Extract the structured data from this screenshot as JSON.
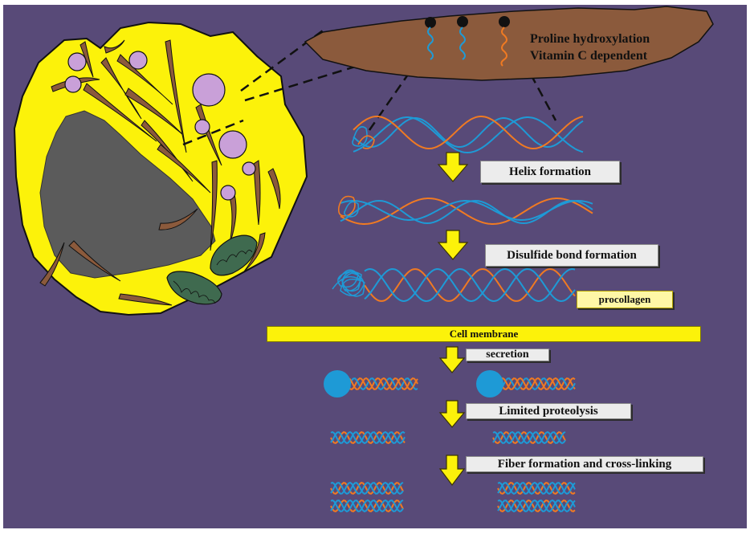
{
  "labels": {
    "proline_line1": "Proline hydroxylation",
    "proline_line2": "Vitamin C dependent",
    "helix": "Helix formation",
    "disulfide": "Disulfide bond formation",
    "procollagen": "procollagen",
    "membrane": "Cell   membrane",
    "secretion": "secretion",
    "proteolysis": "Limited proteolysis",
    "fiber": "Fiber formation and cross-linking"
  },
  "colors": {
    "background": "#584a78",
    "cytoplasm": "#fcf20a",
    "nucleus": "#5b5b5b",
    "er": "#8b5a3c",
    "vesicle": "#c9a0d8",
    "mitochondrion": "#3f6a4f",
    "strand_blue": "#1e9ad6",
    "strand_orange": "#f07a22",
    "arrow": "#fcf20a"
  }
}
